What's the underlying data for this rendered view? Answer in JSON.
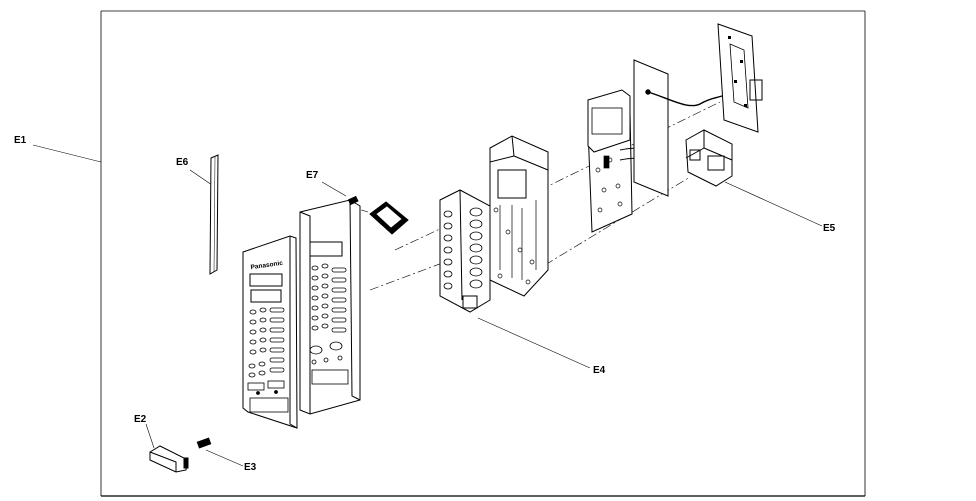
{
  "diagram": {
    "brand_text": "Panasonic",
    "callouts": {
      "e1": "E1",
      "e2": "E2",
      "e3": "E3",
      "e4": "E4",
      "e5": "E5",
      "e6": "E6",
      "e7": "E7"
    }
  }
}
